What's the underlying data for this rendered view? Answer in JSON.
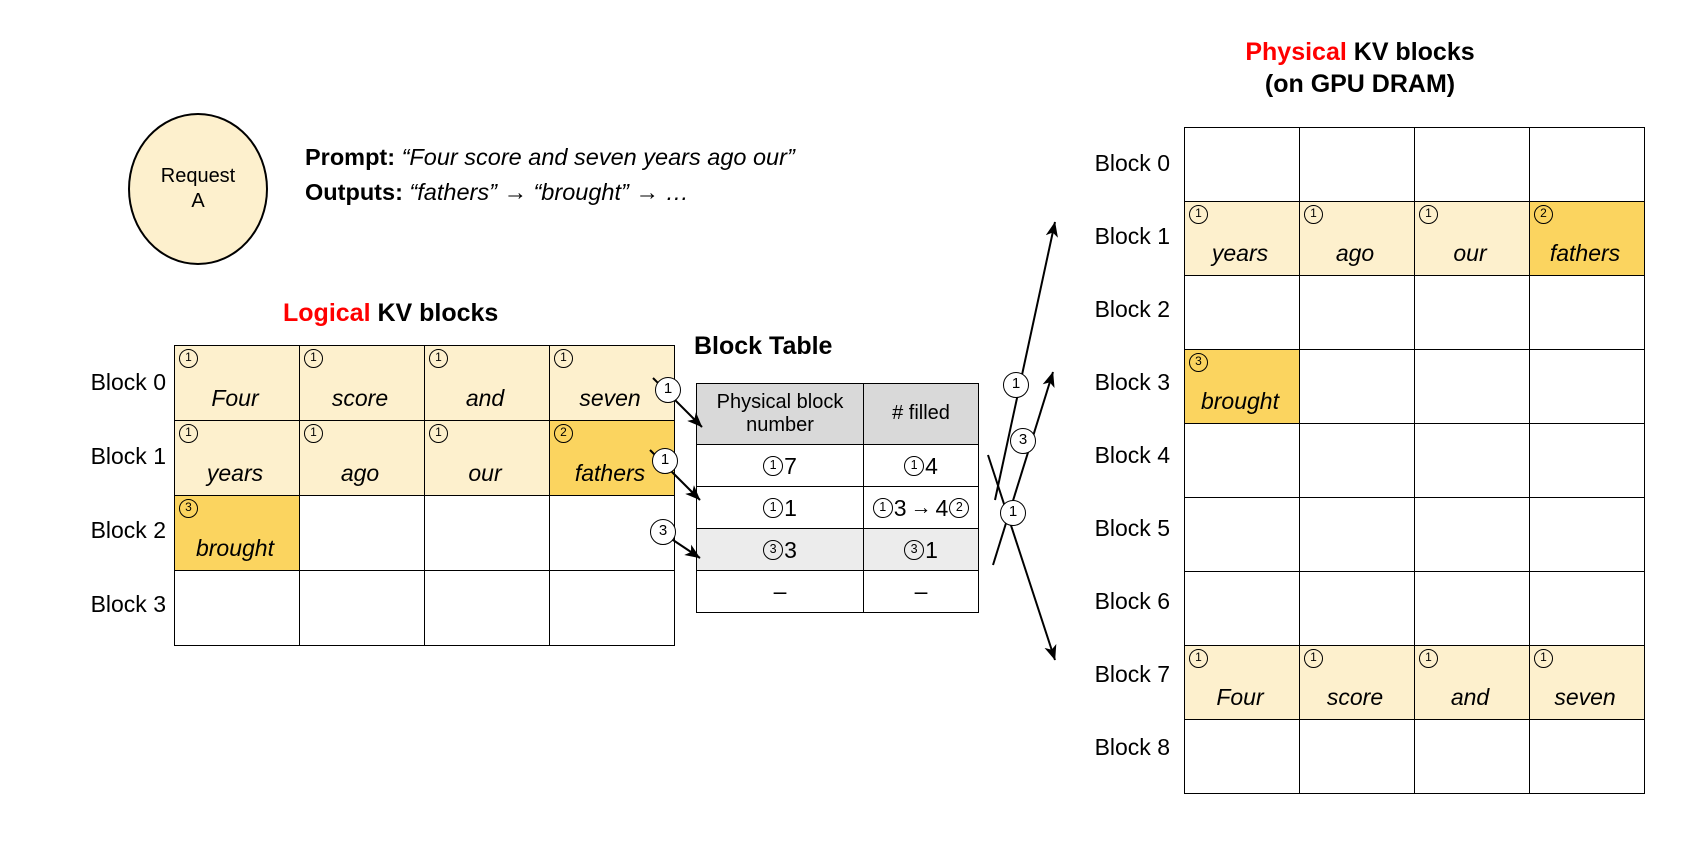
{
  "request": {
    "line1": "Request",
    "line2": "A"
  },
  "prompt": {
    "prompt_label": "Prompt:",
    "prompt_value": "“Four score and seven years ago our”",
    "outputs_label": "Outputs:",
    "outputs_value": "“fathers” → “brought” → …"
  },
  "titles": {
    "logical_hl": "Logical",
    "logical_rest": " KV blocks",
    "physical_hl": "Physical",
    "physical_rest": " KV blocks",
    "physical_sub": "(on GPU DRAM)",
    "block_table": "Block Table"
  },
  "logical": {
    "row_labels": [
      "Block 0",
      "Block 1",
      "Block 2",
      "Block 3"
    ],
    "rows": [
      [
        {
          "token": "Four",
          "badge": "1",
          "fill": "light"
        },
        {
          "token": "score",
          "badge": "1",
          "fill": "light"
        },
        {
          "token": "and",
          "badge": "1",
          "fill": "light"
        },
        {
          "token": "seven",
          "badge": "1",
          "fill": "light"
        }
      ],
      [
        {
          "token": "years",
          "badge": "1",
          "fill": "light"
        },
        {
          "token": "ago",
          "badge": "1",
          "fill": "light"
        },
        {
          "token": "our",
          "badge": "1",
          "fill": "light"
        },
        {
          "token": "fathers",
          "badge": "2",
          "fill": "dark"
        }
      ],
      [
        {
          "token": "brought",
          "badge": "3",
          "fill": "dark"
        },
        {
          "token": "",
          "badge": "",
          "fill": "none"
        },
        {
          "token": "",
          "badge": "",
          "fill": "none"
        },
        {
          "token": "",
          "badge": "",
          "fill": "none"
        }
      ],
      [
        {
          "token": "",
          "badge": "",
          "fill": "none"
        },
        {
          "token": "",
          "badge": "",
          "fill": "none"
        },
        {
          "token": "",
          "badge": "",
          "fill": "none"
        },
        {
          "token": "",
          "badge": "",
          "fill": "none"
        }
      ]
    ]
  },
  "physical": {
    "row_labels": [
      "Block 0",
      "Block 1",
      "Block 2",
      "Block 3",
      "Block 4",
      "Block 5",
      "Block 6",
      "Block 7",
      "Block 8"
    ],
    "rows": [
      [
        {
          "token": "",
          "badge": "",
          "fill": "none"
        },
        {
          "token": "",
          "badge": "",
          "fill": "none"
        },
        {
          "token": "",
          "badge": "",
          "fill": "none"
        },
        {
          "token": "",
          "badge": "",
          "fill": "none"
        }
      ],
      [
        {
          "token": "years",
          "badge": "1",
          "fill": "light"
        },
        {
          "token": "ago",
          "badge": "1",
          "fill": "light"
        },
        {
          "token": "our",
          "badge": "1",
          "fill": "light"
        },
        {
          "token": "fathers",
          "badge": "2",
          "fill": "dark"
        }
      ],
      [
        {
          "token": "",
          "badge": "",
          "fill": "none"
        },
        {
          "token": "",
          "badge": "",
          "fill": "none"
        },
        {
          "token": "",
          "badge": "",
          "fill": "none"
        },
        {
          "token": "",
          "badge": "",
          "fill": "none"
        }
      ],
      [
        {
          "token": "brought",
          "badge": "3",
          "fill": "dark"
        },
        {
          "token": "",
          "badge": "",
          "fill": "none"
        },
        {
          "token": "",
          "badge": "",
          "fill": "none"
        },
        {
          "token": "",
          "badge": "",
          "fill": "none"
        }
      ],
      [
        {
          "token": "",
          "badge": "",
          "fill": "none"
        },
        {
          "token": "",
          "badge": "",
          "fill": "none"
        },
        {
          "token": "",
          "badge": "",
          "fill": "none"
        },
        {
          "token": "",
          "badge": "",
          "fill": "none"
        }
      ],
      [
        {
          "token": "",
          "badge": "",
          "fill": "none"
        },
        {
          "token": "",
          "badge": "",
          "fill": "none"
        },
        {
          "token": "",
          "badge": "",
          "fill": "none"
        },
        {
          "token": "",
          "badge": "",
          "fill": "none"
        }
      ],
      [
        {
          "token": "",
          "badge": "",
          "fill": "none"
        },
        {
          "token": "",
          "badge": "",
          "fill": "none"
        },
        {
          "token": "",
          "badge": "",
          "fill": "none"
        },
        {
          "token": "",
          "badge": "",
          "fill": "none"
        }
      ],
      [
        {
          "token": "Four",
          "badge": "1",
          "fill": "light"
        },
        {
          "token": "score",
          "badge": "1",
          "fill": "light"
        },
        {
          "token": "and",
          "badge": "1",
          "fill": "light"
        },
        {
          "token": "seven",
          "badge": "1",
          "fill": "light"
        }
      ],
      [
        {
          "token": "",
          "badge": "",
          "fill": "none"
        },
        {
          "token": "",
          "badge": "",
          "fill": "none"
        },
        {
          "token": "",
          "badge": "",
          "fill": "none"
        },
        {
          "token": "",
          "badge": "",
          "fill": "none"
        }
      ]
    ]
  },
  "block_table": {
    "headers": [
      "Physical block number",
      "# filled"
    ],
    "rows": [
      {
        "shaded": false,
        "phys": {
          "badge": "1",
          "value": "7"
        },
        "filled": {
          "badge": "1",
          "value": "4",
          "arrow": "",
          "value2": "",
          "badge2": ""
        }
      },
      {
        "shaded": false,
        "phys": {
          "badge": "1",
          "value": "1"
        },
        "filled": {
          "badge": "1",
          "value": "3",
          "arrow": "→",
          "value2": "4",
          "badge2": "2"
        }
      },
      {
        "shaded": true,
        "phys": {
          "badge": "3",
          "value": "3"
        },
        "filled": {
          "badge": "3",
          "value": "1",
          "arrow": "",
          "value2": "",
          "badge2": ""
        }
      },
      {
        "shaded": false,
        "phys": {
          "badge": "",
          "value": "–"
        },
        "filled": {
          "badge": "",
          "value": "–",
          "arrow": "",
          "value2": "",
          "badge2": ""
        }
      }
    ]
  },
  "arrows": {
    "left": [
      {
        "label": "1"
      },
      {
        "label": "1"
      },
      {
        "label": "3"
      }
    ],
    "right": [
      {
        "label": "1"
      },
      {
        "label": "3"
      },
      {
        "label": "1"
      }
    ]
  },
  "colors": {
    "highlight_red": "#ff0000",
    "cell_light": "#fdf0cd",
    "cell_dark": "#fbd45f",
    "header_grey": "#d9d9d9",
    "row_shade": "#ececec",
    "border": "#000000"
  }
}
